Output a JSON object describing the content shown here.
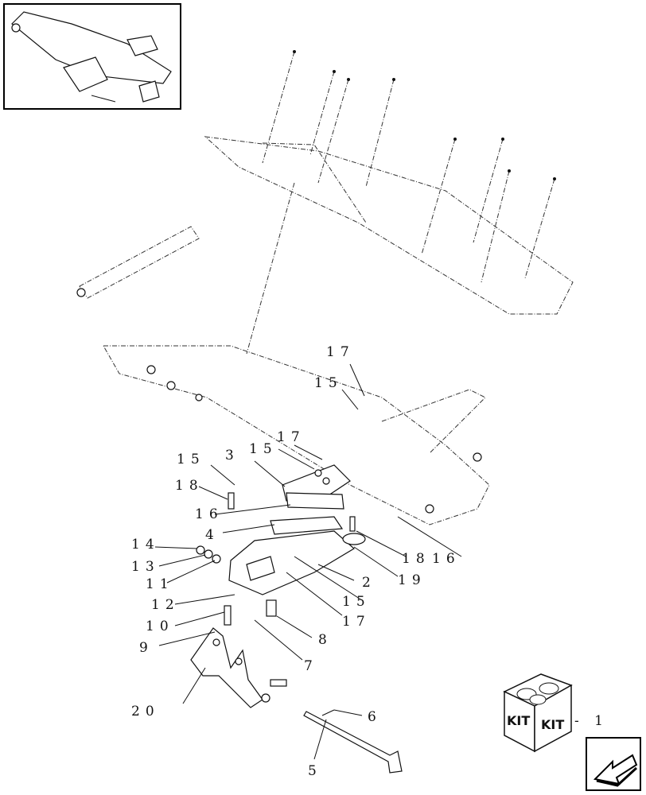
{
  "callouts": {
    "c17a": "17",
    "c15a": "15",
    "c15b": "15",
    "c17b": "17",
    "c3": "3",
    "c15c": "15",
    "c18a": "18",
    "c16a": "16",
    "c4": "4",
    "c14": "14",
    "c13": "13",
    "c11": "11",
    "c18b": "18",
    "c16b": "16",
    "c19": "19",
    "c2": "2",
    "c12": "12",
    "c15d": "15",
    "c17c": "17",
    "c10": "10",
    "c8": "8",
    "c9": "9",
    "c7": "7",
    "c20": "20",
    "c6": "6",
    "c5": "5"
  },
  "kit": {
    "label_left": "KIT",
    "label_right": "KIT",
    "suffix": "- 1"
  },
  "icons": {
    "thumbnail": "assembly-thumbnail-icon",
    "nav": "back-arrow-icon"
  }
}
